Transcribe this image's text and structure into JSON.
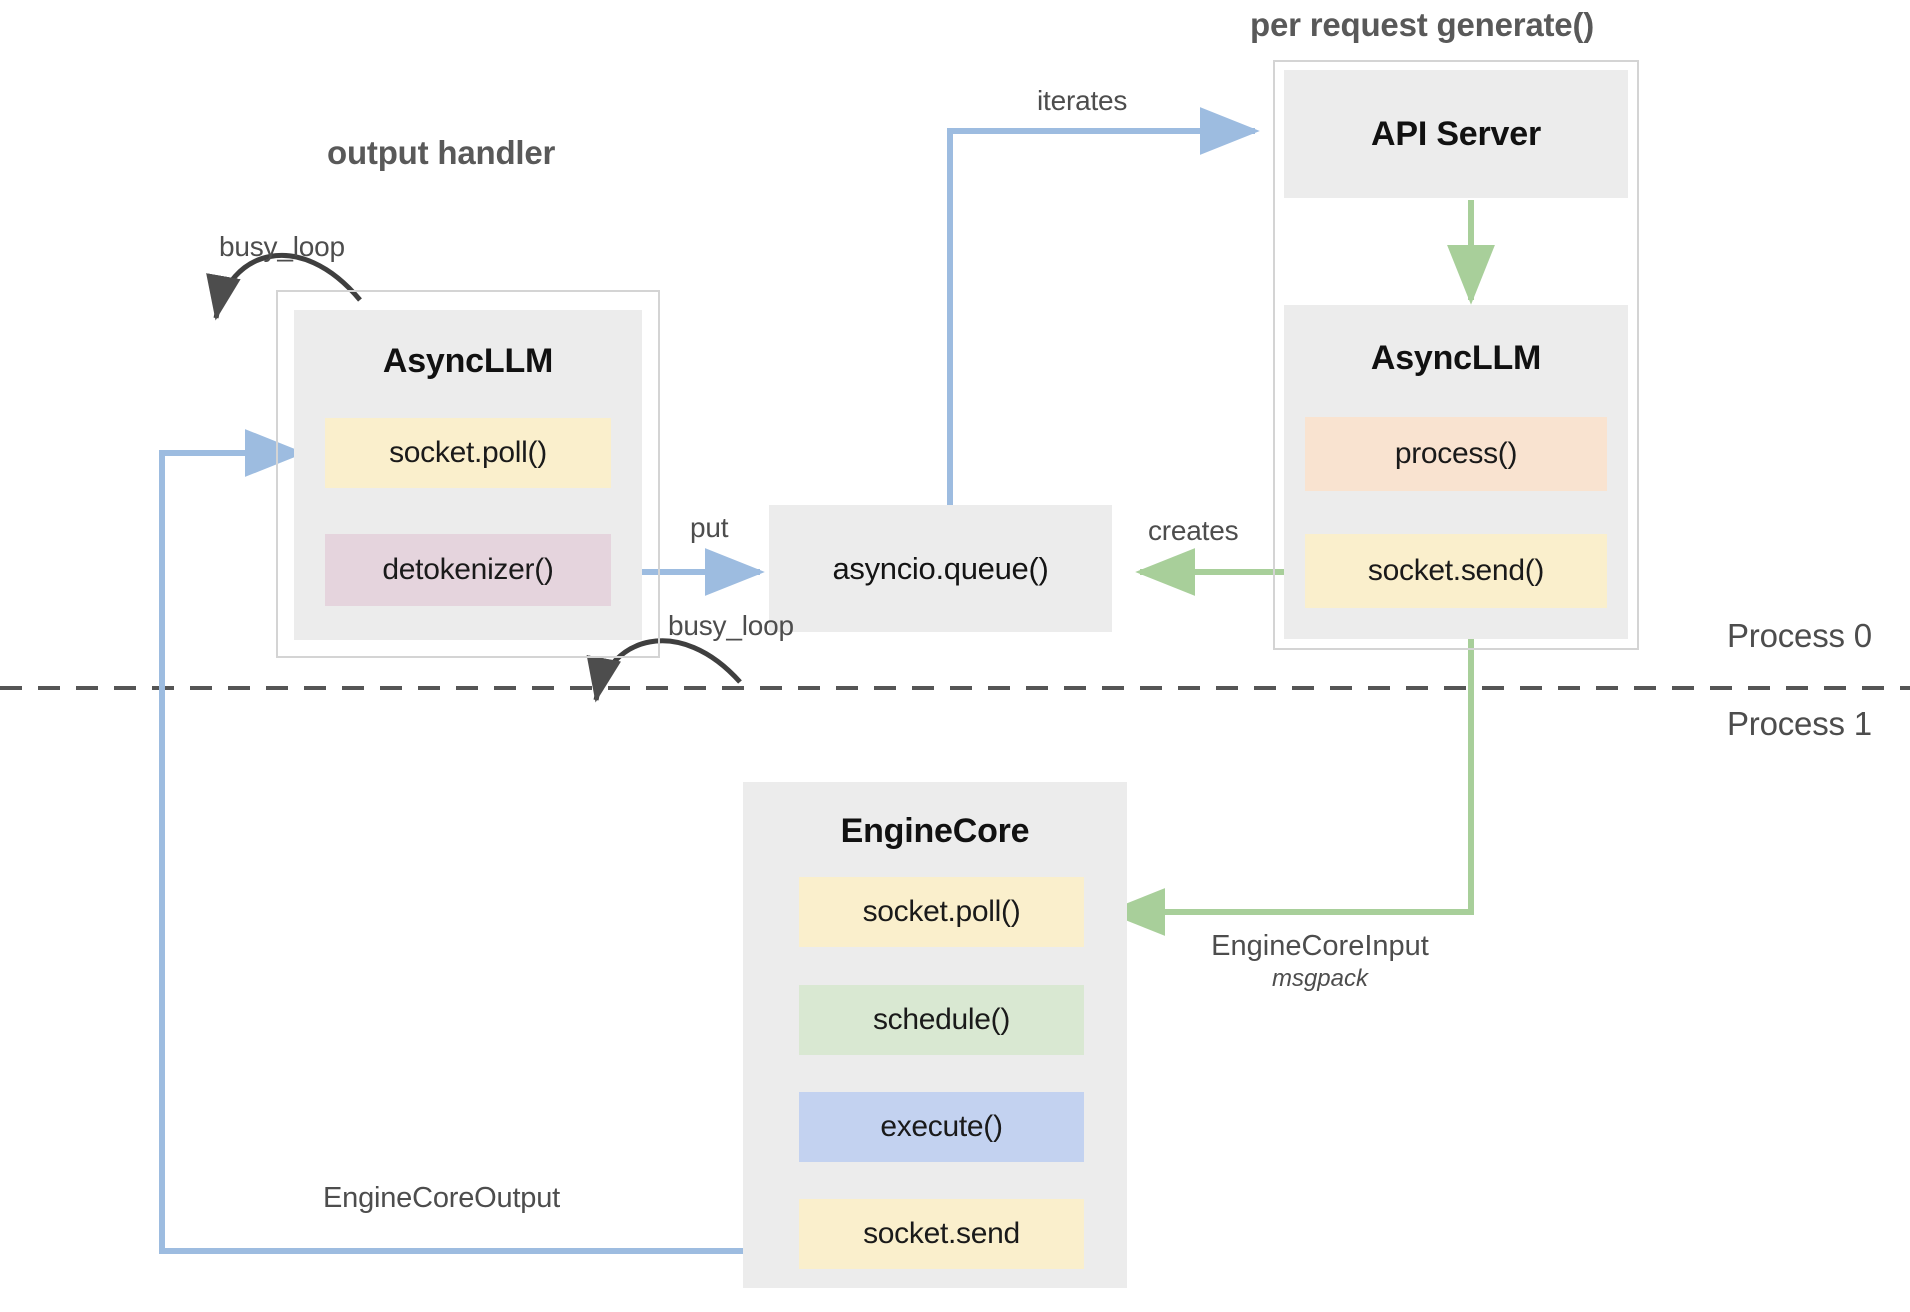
{
  "diagram": {
    "title_headings": {
      "output_handler": "output handler",
      "per_request_generate": "per request generate()"
    },
    "process_labels": {
      "top": "Process 0",
      "bottom": "Process 1"
    },
    "groups": {
      "output_handler_group": {
        "panel_title": "AsyncLLM",
        "chips": [
          {
            "label": "socket.poll()",
            "color": "#faefcc"
          },
          {
            "label": "detokenizer()",
            "color": "#e5d4dd"
          }
        ]
      },
      "api_group": {
        "panel_title_api": "API Server",
        "panel_title_async": "AsyncLLM",
        "chips": [
          {
            "label": "process()",
            "color": "#f9e3d0"
          },
          {
            "label": "socket.send()",
            "color": "#faefcc"
          }
        ]
      },
      "engine_core_group": {
        "panel_title": "EngineCore",
        "chips": [
          {
            "label": "socket.poll()",
            "color": "#faefcc"
          },
          {
            "label": "schedule()",
            "color": "#d9e8d2"
          },
          {
            "label": "execute()",
            "color": "#c3d2f0"
          },
          {
            "label": "socket.send",
            "color": "#faefcc"
          }
        ]
      }
    },
    "queue_box": {
      "label": "asyncio.queue()"
    },
    "edge_labels": {
      "busy_loop_left": "busy_loop",
      "busy_loop_engine": "busy_loop",
      "iterates": "iterates",
      "put": "put",
      "creates": "creates",
      "engine_core_input": "EngineCoreInput",
      "engine_core_input_sub": "msgpack",
      "engine_core_output": "EngineCoreOutput"
    },
    "colors": {
      "blue_edge": "#9dbce0",
      "green_edge": "#a8cf9a",
      "dark_edge": "#4d4d4d",
      "panel_gray": "#ececec",
      "outline_gray": "#d4d4d4",
      "divider": "#555555"
    }
  }
}
